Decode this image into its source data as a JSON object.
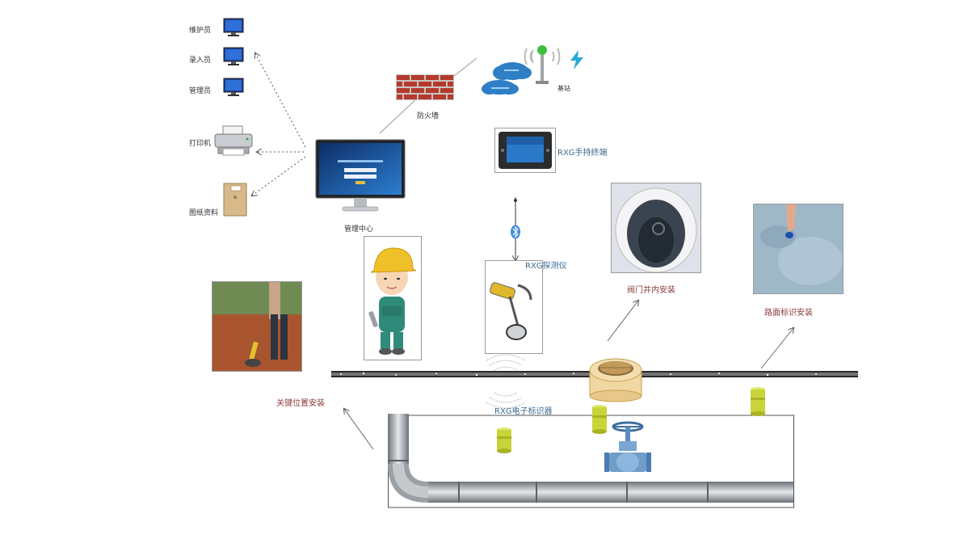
{
  "users": {
    "maintainer": "维护员",
    "entry_clerk": "录入员",
    "administrator": "管理员"
  },
  "peripherals": {
    "printer": "打印机",
    "drawings": "图纸资料"
  },
  "network": {
    "firewall": "防火墙",
    "base_station": "基站"
  },
  "center": {
    "management_center": "管理中心"
  },
  "devices": {
    "handheld_terminal": "RXG手持终端",
    "detector": "RXG探测仪",
    "marker": "RXG电子标识器"
  },
  "installations": {
    "valve_well": "阀门井内安装",
    "road_surface": "路面标识安装",
    "key_position": "关键位置安装"
  },
  "colors": {
    "marker_yellow": "#c9d43a",
    "screen_blue": "#1f5fa8",
    "cloud_blue": "#2f7fc6",
    "brick_red": "#b53a2e",
    "pipe_gray": "#9aa0a6",
    "signal_green": "#3fbf3f",
    "lightning_cyan": "#27a9d6",
    "label_red": "#8a3a3a",
    "label_blue": "#3c6a92"
  },
  "icons": [
    "monitor-icon",
    "printer-icon",
    "folder-icon",
    "firewall-icon",
    "cloud-icon",
    "antenna-icon",
    "lightning-icon",
    "tablet-icon",
    "bluetooth-icon",
    "detector-icon",
    "worker-icon",
    "manhole-icon",
    "marker-icon",
    "valve-icon",
    "pipe-icon",
    "signal-wave-icon",
    "arrow-icon"
  ]
}
